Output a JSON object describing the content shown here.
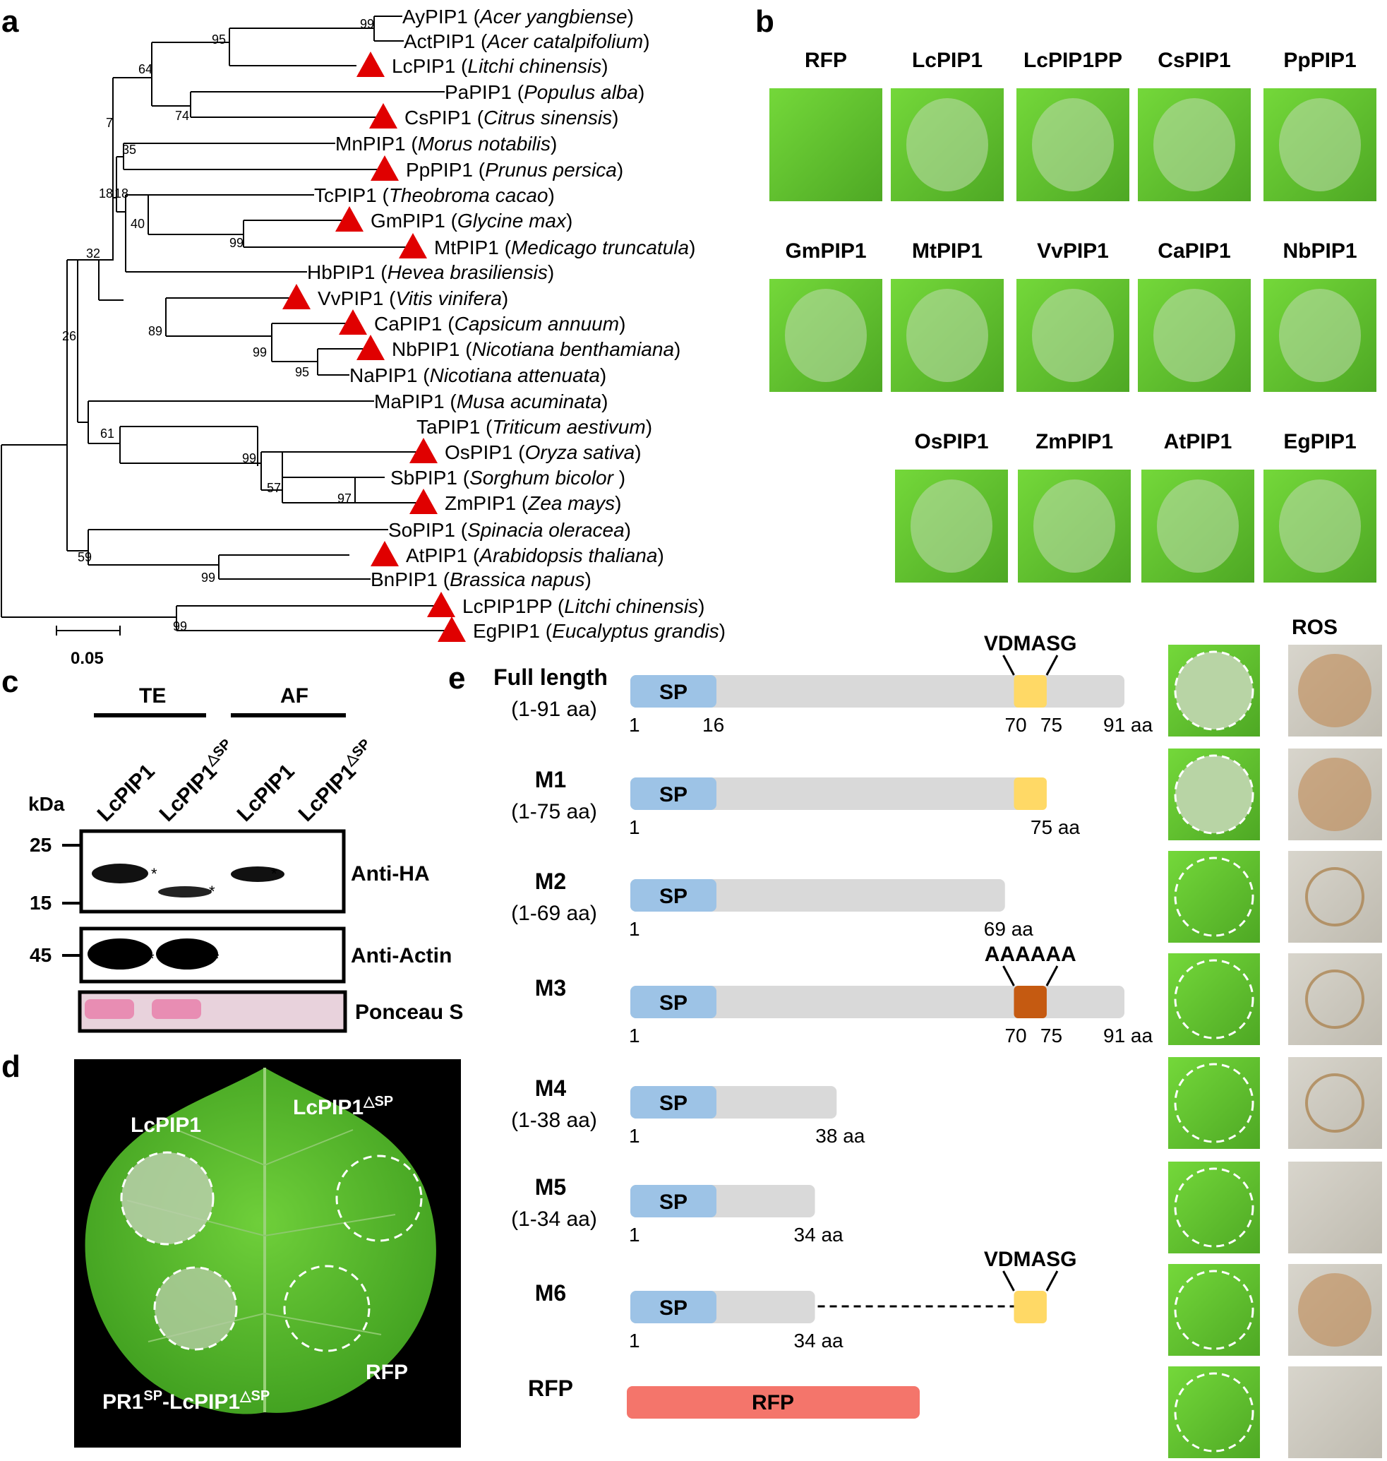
{
  "panel_labels": {
    "a": "a",
    "b": "b",
    "c": "c",
    "d": "d",
    "e": "e"
  },
  "tree": {
    "scale_bar": "0.05",
    "taxa": [
      {
        "gene": "AyPIP1",
        "species": "Acer yangbiense",
        "marked": false
      },
      {
        "gene": "ActPIP1",
        "species": "Acer catalpifolium",
        "marked": false
      },
      {
        "gene": "LcPIP1",
        "species": "Litchi chinensis",
        "marked": true
      },
      {
        "gene": "PaPIP1",
        "species": "Populus alba",
        "marked": false
      },
      {
        "gene": "CsPIP1",
        "species": "Citrus sinensis",
        "marked": true
      },
      {
        "gene": "MnPIP1",
        "species": "Morus notabilis",
        "marked": false
      },
      {
        "gene": "PpPIP1",
        "species": "Prunus persica",
        "marked": true
      },
      {
        "gene": "TcPIP1",
        "species": "Theobroma cacao",
        "marked": false
      },
      {
        "gene": "GmPIP1",
        "species": "Glycine max",
        "marked": true
      },
      {
        "gene": "MtPIP1",
        "species": "Medicago truncatula",
        "marked": true
      },
      {
        "gene": "HbPIP1",
        "species": "Hevea brasiliensis",
        "marked": false
      },
      {
        "gene": "VvPIP1",
        "species": "Vitis vinifera",
        "marked": true
      },
      {
        "gene": "CaPIP1",
        "species": "Capsicum annuum",
        "marked": true
      },
      {
        "gene": "NbPIP1",
        "species": "Nicotiana benthamiana",
        "marked": true
      },
      {
        "gene": "NaPIP1",
        "species": "Nicotiana attenuata",
        "marked": false
      },
      {
        "gene": "MaPIP1",
        "species": "Musa acuminata",
        "marked": false
      },
      {
        "gene": "TaPIP1",
        "species": "Triticum aestivum",
        "marked": false
      },
      {
        "gene": "OsPIP1",
        "species": "Oryza sativa",
        "marked": true
      },
      {
        "gene": "SbPIP1",
        "species": "Sorghum bicolor ",
        "marked": false
      },
      {
        "gene": "ZmPIP1",
        "species": "Zea mays",
        "marked": true
      },
      {
        "gene": "SoPIP1",
        "species": "Spinacia oleracea",
        "marked": false
      },
      {
        "gene": "AtPIP1",
        "species": "Arabidopsis thaliana",
        "marked": true
      },
      {
        "gene": "BnPIP1",
        "species": "Brassica napus",
        "marked": false
      },
      {
        "gene": "LcPIP1PP",
        "species": "Litchi chinensis",
        "marked": true
      },
      {
        "gene": "EgPIP1",
        "species": "Eucalyptus grandis",
        "marked": true
      }
    ],
    "bootstrap": [
      "99",
      "95",
      "64",
      "74",
      "7",
      "35",
      "18",
      "18",
      "40",
      "99",
      "32",
      "89",
      "99",
      "95",
      "26",
      "61",
      "99",
      "57",
      "97",
      "59",
      "99",
      "99"
    ]
  },
  "panel_b": {
    "rows": [
      [
        "RFP",
        "LcPIP1",
        "LcPIP1PP",
        "CsPIP1",
        "PpPIP1"
      ],
      [
        "GmPIP1",
        "MtPIP1",
        "VvPIP1",
        "CaPIP1",
        "NbPIP1"
      ],
      [
        "OsPIP1",
        "ZmPIP1",
        "AtPIP1",
        "EgPIP1"
      ]
    ]
  },
  "panel_c": {
    "group_te": "TE",
    "group_af": "AF",
    "kda": "kDa",
    "lanes": [
      "LcPIP1",
      "LcPIP1",
      "LcPIP1",
      "LcPIP1"
    ],
    "delta_sp": "△SP",
    "markers": [
      "25",
      "15",
      "45"
    ],
    "blots": [
      "Anti-HA",
      "Anti-Actin",
      "Ponceau S"
    ],
    "star": "*"
  },
  "panel_d": {
    "spots": [
      "LcPIP1",
      "LcPIP1",
      "RFP"
    ],
    "pr1_prefix": "PR1",
    "sp_sup": "SP",
    "pr1_suffix": "-LcPIP1",
    "delta_sp": "△SP"
  },
  "panel_e": {
    "ros_label": "ROS",
    "motif": "VDMASG",
    "mutant_motif": "AAAAAA",
    "sp": "SP",
    "colors": {
      "sp": "#9dc3e6",
      "body": "#d9d9d9",
      "motif": "#ffd966",
      "mutant": "#c55a11",
      "rfp": "#f4756b"
    },
    "constructs": [
      {
        "name": "Full length",
        "range": "(1-91 aa)",
        "ticks": [
          "1",
          "16",
          "70",
          "75",
          "91 aa"
        ]
      },
      {
        "name": "M1",
        "range": "(1-75 aa)",
        "ticks": [
          "1",
          "75 aa"
        ]
      },
      {
        "name": "M2",
        "range": "(1-69 aa)",
        "ticks": [
          "1",
          "69 aa"
        ]
      },
      {
        "name": "M3",
        "range": "",
        "ticks": [
          "1",
          "70",
          "75",
          "91 aa"
        ]
      },
      {
        "name": "M4",
        "range": "(1-38 aa)",
        "ticks": [
          "1",
          "38 aa"
        ]
      },
      {
        "name": "M5",
        "range": "(1-34 aa)",
        "ticks": [
          "1",
          "34 aa"
        ]
      },
      {
        "name": "M6",
        "range": "",
        "ticks": [
          "1",
          "34 aa"
        ]
      },
      {
        "name": "RFP",
        "range": "",
        "ticks": [],
        "bar": "RFP"
      }
    ]
  }
}
